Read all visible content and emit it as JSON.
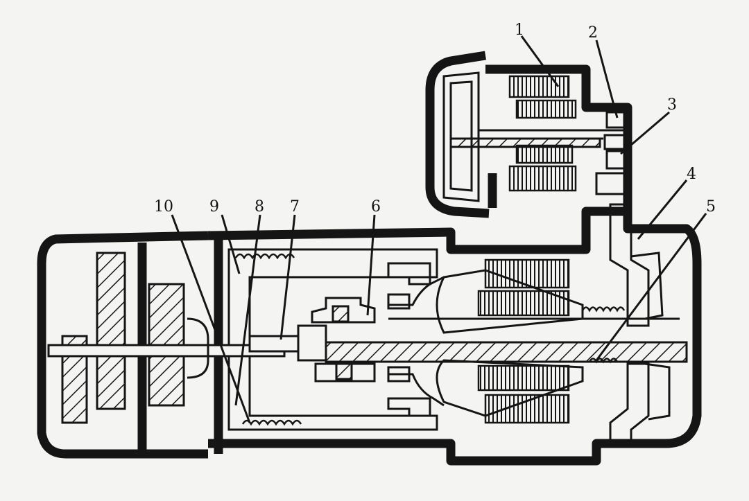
{
  "labels": {
    "l1": "1",
    "l2": "2",
    "l3": "3",
    "l4": "4",
    "l5": "5",
    "l6": "6",
    "l7": "7",
    "l8": "8",
    "l9": "9",
    "l10": "10"
  },
  "colors": {
    "ink": "#151515",
    "paper": "#f4f4f2"
  }
}
